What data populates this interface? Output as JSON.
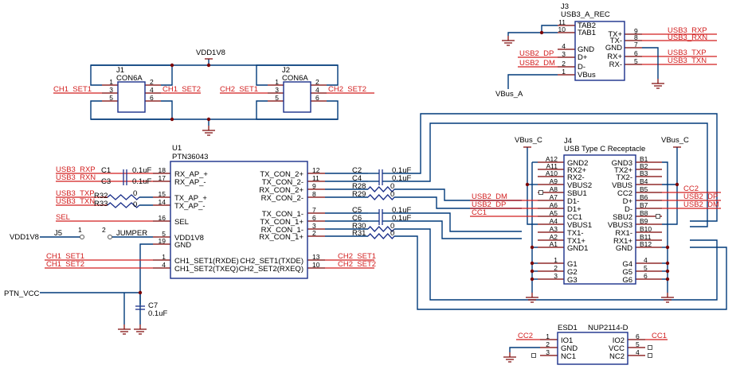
{
  "power": {
    "vdd1v8_top": "VDD1V8",
    "vdd1v8_left": "VDD1V8",
    "vbus_a": "VBus_A",
    "vbus_c_left": "VBus_C",
    "vbus_c_right": "VBus_C",
    "ptn_vcc": "PTN_VCC"
  },
  "j3": {
    "ref": "J3",
    "name": "USB3_A_REC",
    "left_pins": [
      {
        "num": "11",
        "label": "TAB2"
      },
      {
        "num": "10",
        "label": "TAB1"
      },
      {
        "num": "4",
        "label": "GND"
      },
      {
        "num": "3",
        "label": "D+"
      },
      {
        "num": "2",
        "label": "D-"
      },
      {
        "num": "1",
        "label": "VBus"
      }
    ],
    "right_pins": [
      {
        "num": "9",
        "label": "TX+"
      },
      {
        "num": "8",
        "label": "TX-"
      },
      {
        "num": "7",
        "label": "GND"
      },
      {
        "num": "6",
        "label": "RX+"
      },
      {
        "num": "5",
        "label": "RX-"
      }
    ],
    "left_nets": [
      "USB2_DP",
      "USB2_DM"
    ],
    "right_nets": [
      "USB3_RXP",
      "USB3_RXN",
      "USB3_TXP",
      "USB3_TXN"
    ]
  },
  "j1": {
    "ref": "J1",
    "name": "CON6A",
    "left_nums": [
      "1",
      "3",
      "5"
    ],
    "right_nums": [
      "2",
      "4",
      "6"
    ],
    "left_net": "CH1_SET1",
    "right_net": "CH1_SET2"
  },
  "j2": {
    "ref": "J2",
    "name": "CON6A",
    "left_nums": [
      "1",
      "3",
      "5"
    ],
    "right_nums": [
      "2",
      "4",
      "6"
    ],
    "left_net": "CH2_SET1",
    "right_net": "CH2_SET2"
  },
  "u1": {
    "ref": "U1",
    "name": "PTN36043",
    "left_pins": [
      {
        "num": "18",
        "label": "RX_AP_+"
      },
      {
        "num": "17",
        "label": "RX_AP_-"
      },
      {
        "num": "15",
        "label": "TX_AP_+"
      },
      {
        "num": "14",
        "label": "TX_AP_-"
      },
      {
        "num": "16",
        "label": "SEL"
      },
      {
        "num": "5",
        "label": "VDD1V8"
      },
      {
        "num": "19",
        "label": "GND"
      },
      {
        "num": "1",
        "label": "CH1_SET1(RXDE)"
      },
      {
        "num": "4",
        "label": "CH1_SET2(TXEQ)"
      }
    ],
    "right_pins": [
      {
        "num": "12",
        "label": "TX_CON_2+"
      },
      {
        "num": "11",
        "label": "TX_CON_2-"
      },
      {
        "num": "9",
        "label": "RX_CON_2+"
      },
      {
        "num": "8",
        "label": "RX_CON_2-"
      },
      {
        "num": "7",
        "label": "TX_CON_1-"
      },
      {
        "num": "6",
        "label": "TX_CON_1+"
      },
      {
        "num": "3",
        "label": "RX_CON_1-"
      },
      {
        "num": "2",
        "label": "RX_CON_1+"
      },
      {
        "num": "13",
        "label": "CH2_SET1(TXDE)"
      },
      {
        "num": "10",
        "label": "CH2_SET2(RXEQ)"
      }
    ],
    "left_nets": [
      "USB3_RXP",
      "USB3_RXN",
      "USB3_TXP",
      "USB3_TXN",
      "SEL",
      "CH1_SET1",
      "CH1_SET2"
    ],
    "right_nets": [
      "CH2_SET1",
      "CH2_SET2"
    ]
  },
  "passives_left": {
    "c1": {
      "ref": "C1",
      "val": "0.1uF"
    },
    "c3": {
      "ref": "C3",
      "val": "0.1uF"
    },
    "r32": {
      "ref": "R32",
      "val": "0"
    },
    "r33": {
      "ref": "R33",
      "val": "0"
    },
    "c7": {
      "ref": "C7",
      "val": "0.1uF"
    }
  },
  "passives_right": [
    {
      "ref": "C2",
      "val": "0.1uF"
    },
    {
      "ref": "C4",
      "val": "0.1uF"
    },
    {
      "ref": "R28",
      "val": "0"
    },
    {
      "ref": "R29",
      "val": "0"
    },
    {
      "ref": "C5",
      "val": "0.1uF"
    },
    {
      "ref": "C6",
      "val": "0.1uF"
    },
    {
      "ref": "R30",
      "val": "0"
    },
    {
      "ref": "R31",
      "val": "0"
    }
  ],
  "jumper": {
    "j5": "J5",
    "label": "JUMPER",
    "pin1": "1",
    "pin2": "2"
  },
  "j4": {
    "ref": "J4",
    "name": "USB Type C Receptacle",
    "left_pins": [
      {
        "num": "A12",
        "label": "GND2"
      },
      {
        "num": "A11",
        "label": "RX2+"
      },
      {
        "num": "A10",
        "label": "RX2-"
      },
      {
        "num": "A9",
        "label": "VBUS2"
      },
      {
        "num": "A8",
        "label": "SBU1"
      },
      {
        "num": "A7",
        "label": "D1-"
      },
      {
        "num": "A6",
        "label": "D1+"
      },
      {
        "num": "A5",
        "label": "CC1"
      },
      {
        "num": "A4",
        "label": "VBUS1"
      },
      {
        "num": "A3",
        "label": "TX1-"
      },
      {
        "num": "A2",
        "label": "TX1+"
      },
      {
        "num": "A1",
        "label": "GND1"
      }
    ],
    "right_pins": [
      {
        "num": "B1",
        "label": "GND3"
      },
      {
        "num": "B2",
        "label": "TX2+"
      },
      {
        "num": "B3",
        "label": "TX2-"
      },
      {
        "num": "B4",
        "label": "VBUS"
      },
      {
        "num": "B5",
        "label": "CC2"
      },
      {
        "num": "B6",
        "label": "D+"
      },
      {
        "num": "B7",
        "label": "D-"
      },
      {
        "num": "B8",
        "label": "SBU2"
      },
      {
        "num": "B9",
        "label": "VBUS3"
      },
      {
        "num": "B10",
        "label": "RX1-"
      },
      {
        "num": "B11",
        "label": "RX1+"
      },
      {
        "num": "B12",
        "label": "GND"
      }
    ],
    "g_left": [
      {
        "num": "1",
        "label": "G1"
      },
      {
        "num": "2",
        "label": "G2"
      },
      {
        "num": "3",
        "label": "G3"
      }
    ],
    "g_right": [
      {
        "num": "4",
        "label": "G4"
      },
      {
        "num": "5",
        "label": "G5"
      },
      {
        "num": "6",
        "label": "G6"
      }
    ],
    "left_nets": [
      "USB2_DM",
      "USB2_DP",
      "CC1"
    ],
    "right_nets": [
      "CC2",
      "USB2_DP",
      "USB2_DM"
    ]
  },
  "esd": {
    "ref": "ESD1",
    "name": "NUP2114-D",
    "left_pins": [
      {
        "num": "1",
        "label": "IO1"
      },
      {
        "num": "2",
        "label": "GND"
      },
      {
        "num": "3",
        "label": "NC1"
      }
    ],
    "right_pins": [
      {
        "num": "6",
        "label": "IO2"
      },
      {
        "num": "5",
        "label": "VCC"
      },
      {
        "num": "4",
        "label": "NC2"
      }
    ],
    "left_net": "CC2",
    "right_net": "CC1"
  }
}
